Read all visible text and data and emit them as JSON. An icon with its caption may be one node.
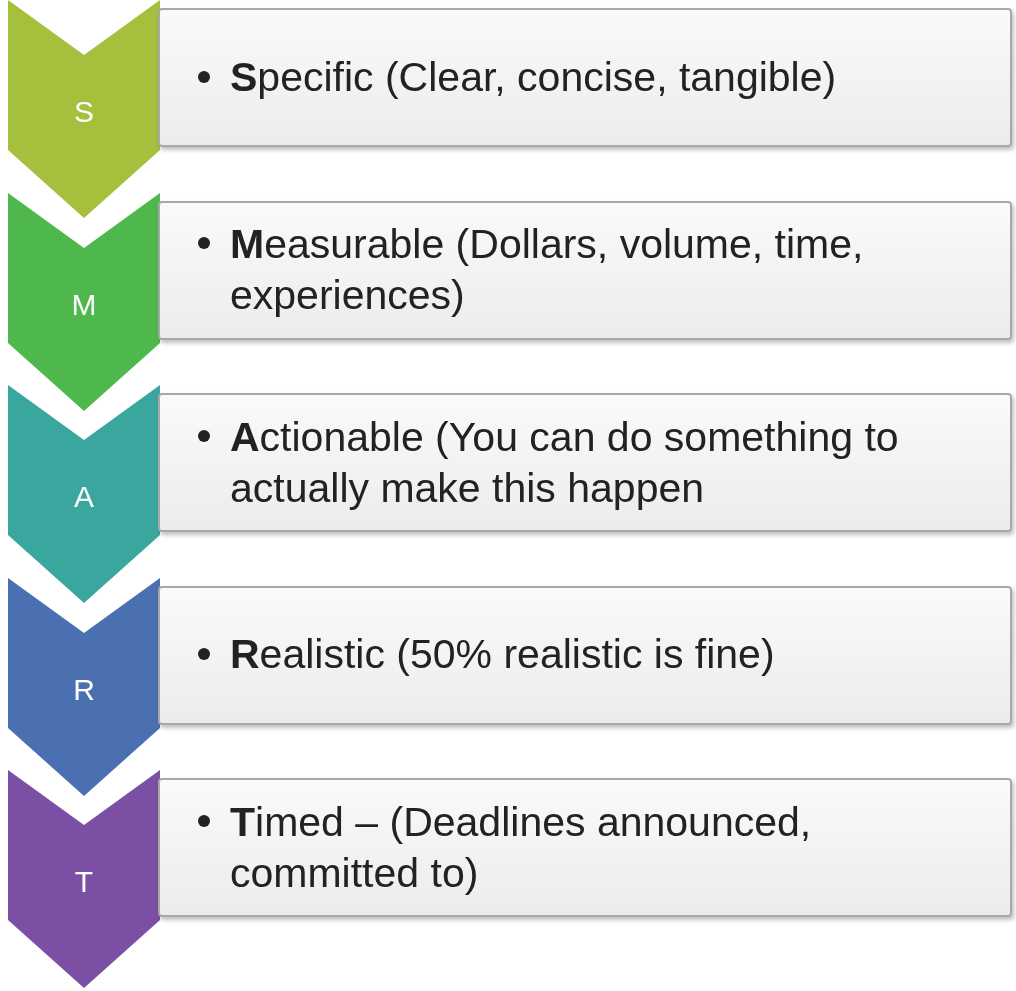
{
  "diagram": {
    "nodes": [
      {
        "text": [
          "S"
        ]
      },
      {
        "text": [
          "**S**pecific (Clear, concise, tangible)"
        ]
      },
      {
        "text": [
          "M"
        ]
      },
      {
        "text": [
          "**M**easurable (Dollars, volume, time, experiences)"
        ]
      },
      {
        "text": [
          "A"
        ]
      },
      {
        "text": [
          "**A**ctionable (You can do something to actually make this happen"
        ]
      },
      {
        "text": [
          "R"
        ]
      },
      {
        "text": [
          "**R**ealistic (50% realistic is fine)"
        ]
      },
      {
        "text": [
          "T"
        ]
      },
      {
        "text": [
          "**T**imed – (Deadlines announced, committed to)"
        ]
      }
    ]
  }
}
